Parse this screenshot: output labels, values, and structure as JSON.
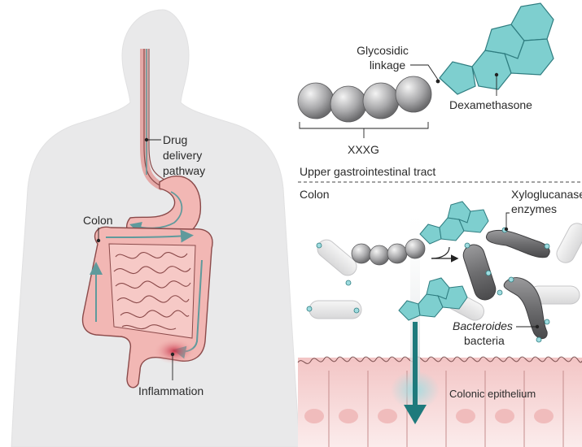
{
  "colors": {
    "teal": "#7ecfcf",
    "teal_stroke": "#2f7d80",
    "body_gray": "#e9e9ea",
    "intestine_pink": "#f2b7b4",
    "intestine_stroke": "#8b4a4a",
    "inflammation": "#cf4a5a",
    "flow_arrow": "#5f9a9c",
    "bead_gray": "#a9a9ab",
    "epithelium": "#f7dada",
    "deep_arrow": "#1e7a7c"
  },
  "labels": {
    "drug_delivery": [
      "Drug",
      "delivery",
      "pathway"
    ],
    "colon_left": "Colon",
    "inflammation": "Inflammation",
    "glycosidic": [
      "Glycosidic",
      "linkage"
    ],
    "dexamethasone": "Dexamethasone",
    "xxxg": "XXXG",
    "upper_gi": "Upper gastrointestinal tract",
    "colon_right": "Colon",
    "xyloglucanase": [
      "Xyloglucanase",
      "enzymes"
    ],
    "bacteroides_italic": "Bacteroides",
    "bacteria": "bacteria",
    "colonic_epithelium": "Colonic epithelium"
  }
}
